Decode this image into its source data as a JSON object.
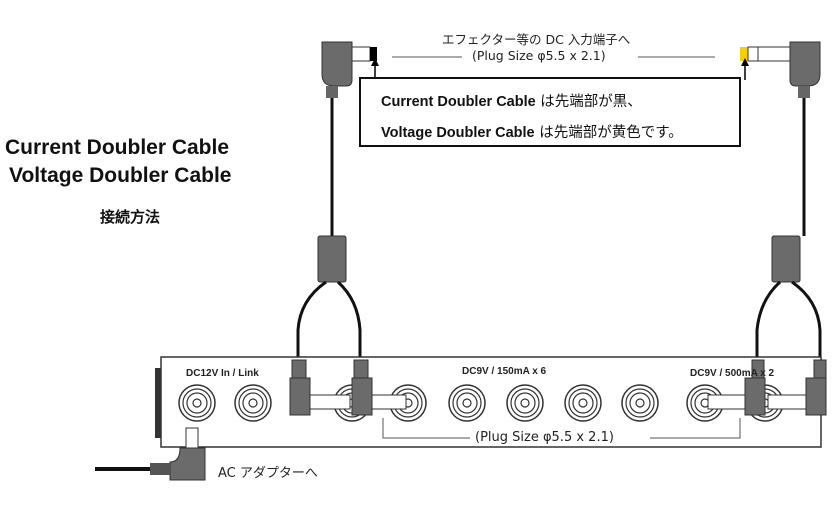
{
  "title": {
    "line1": "Current Doubler Cable",
    "line2": "Voltage Doubler Cable",
    "subtitle": "接続方法"
  },
  "top_label": {
    "line1": "エフェクター等の DC 入力端子へ",
    "line2": "(Plug Size φ5.5 x 2.1)"
  },
  "note_box": {
    "line1_bold": "Current Doubler Cable",
    "line1_rest": " は先端部が黒、",
    "line2_bold": "Voltage Doubler Cable",
    "line2_rest": " は先端部が黄色です。"
  },
  "panel": {
    "in_label": "DC12V In / Link",
    "out_label_a": "DC9V / 150mA x 6",
    "out_label_b": "DC9V / 500mA x 2",
    "plug_size": "(Plug Size φ5.5 x 2.1)"
  },
  "ac_label": "AC アダプターへ",
  "colors": {
    "black_tip": "#000000",
    "yellow_tip": "#f5d000",
    "plug": "#6b6b6b"
  }
}
